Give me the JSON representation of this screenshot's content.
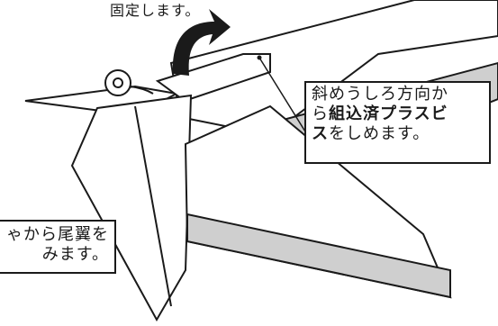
{
  "caption_top": "固定します。",
  "callout_right": {
    "line1": "斜めうしろ方向か",
    "line2_prefix": "ら",
    "line2_bold": "組込済プラスビ",
    "line3_bold": "ス",
    "line3_suffix": "をしめます。"
  },
  "callout_left": {
    "line1": "ゃから尾翼を",
    "line2": "みます。"
  },
  "colors": {
    "ink": "#1a1a1a",
    "shade": "#cfcfcf",
    "paper": "#ffffff"
  }
}
